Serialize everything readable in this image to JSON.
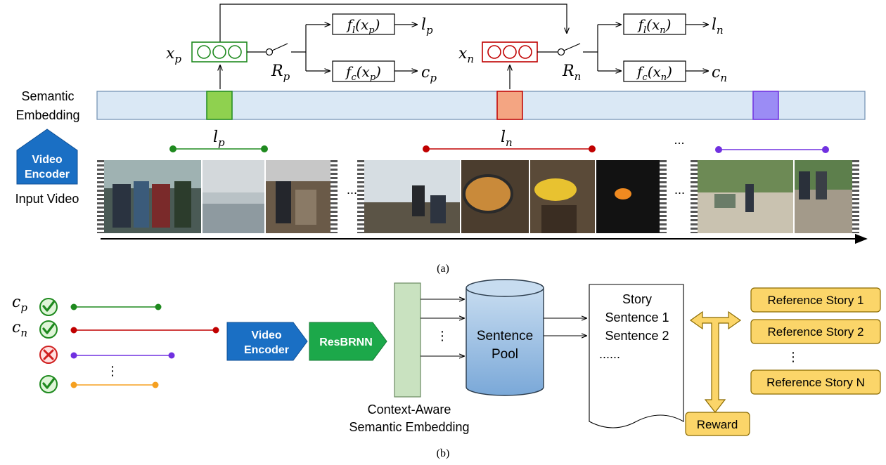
{
  "part_a": {
    "label": "(a)",
    "semantic_embedding_label": [
      "Semantic",
      "Embedding"
    ],
    "input_video_label": "Input Video",
    "video_encoder_label": [
      "Video",
      "Encoder"
    ],
    "ellipsis": "...",
    "pos": {
      "x_base": "x",
      "x_sub": "p",
      "r_base": "R",
      "r_sub": "p",
      "fl_text": "f",
      "fl_sub": "l",
      "fl_arg": "(x",
      "fl_arg_sub": "p",
      "fl_close": ")",
      "fc_text": "f",
      "fc_sub": "c",
      "fc_arg": "(x",
      "fc_arg_sub": "p",
      "fc_close": ")",
      "out_l": "l",
      "out_l_sub": "p",
      "out_c": "c",
      "out_c_sub": "p",
      "seg_l": "l",
      "seg_l_sub": "p"
    },
    "neg": {
      "x_base": "x",
      "x_sub": "n",
      "r_base": "R",
      "r_sub": "n",
      "fl_text": "f",
      "fl_sub": "l",
      "fl_arg": "(x",
      "fl_arg_sub": "n",
      "fl_close": ")",
      "fc_text": "f",
      "fc_sub": "c",
      "fc_arg": "(x",
      "fc_arg_sub": "n",
      "fc_close": ")",
      "out_l": "l",
      "out_l_sub": "n",
      "out_c": "c",
      "out_c_sub": "n",
      "seg_l": "l",
      "seg_l_sub": "n"
    }
  },
  "part_b": {
    "label": "(b)",
    "cp_base": "c",
    "cp_sub": "p",
    "cn_base": "c",
    "cn_sub": "n",
    "vertical_dots": "⋮",
    "video_encoder_label": [
      "Video",
      "Encoder"
    ],
    "resbrnn_label": "ResBRNN",
    "context_label": [
      "Context-Aware",
      "Semantic Embedding"
    ],
    "sentence_pool_label": [
      "Sentence",
      "Pool"
    ],
    "story_lines": [
      "Story",
      "Sentence 1",
      "Sentence 2",
      "......"
    ],
    "reference_stories": [
      "Reference Story 1",
      "Reference Story 2",
      "Reference Story N"
    ],
    "reward_label": "Reward"
  },
  "colors": {
    "green": "#1f8a1f",
    "red": "#c00000",
    "purple": "#7030e0",
    "orange": "#f5a020",
    "embedding_fill": "#dae8f5",
    "encoder_blue": "#1a6fc4",
    "resbrnn_green": "#1ca84a",
    "pool_blue": "#8fb8e0",
    "reference_yellow": "#fbd569"
  }
}
